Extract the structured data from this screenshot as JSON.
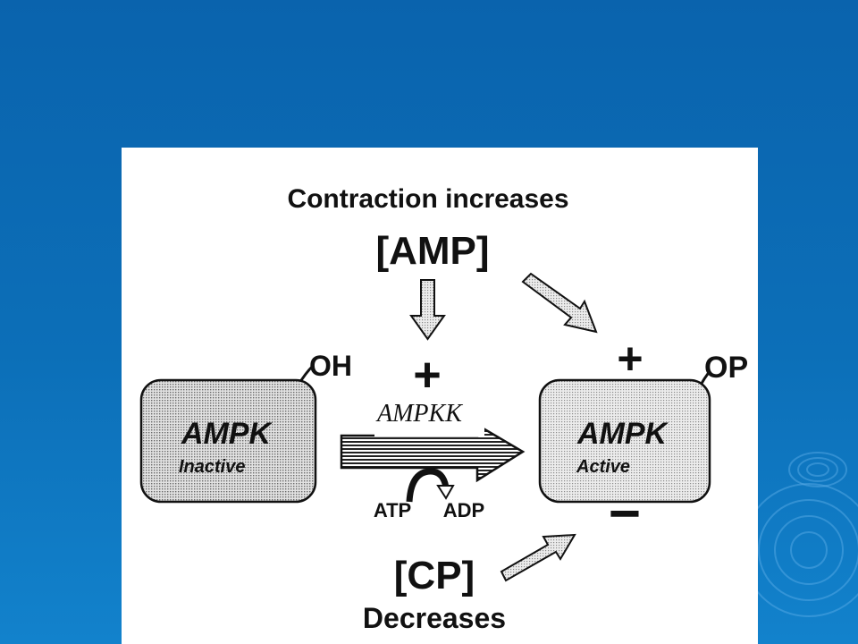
{
  "diagram": {
    "title": "Contraction increases",
    "amp": "[AMP]",
    "plus_left": "+",
    "plus_right": "+",
    "oh": "OH",
    "op": "OP",
    "kinase": "AMPKK",
    "inactive": {
      "name": "AMPK",
      "state": "Inactive"
    },
    "active": {
      "name": "AMPK",
      "state": "Active"
    },
    "atp": "ATP",
    "adp": "ADP",
    "minus": "−",
    "cp": "[CP]",
    "decreases": "Decreases"
  }
}
